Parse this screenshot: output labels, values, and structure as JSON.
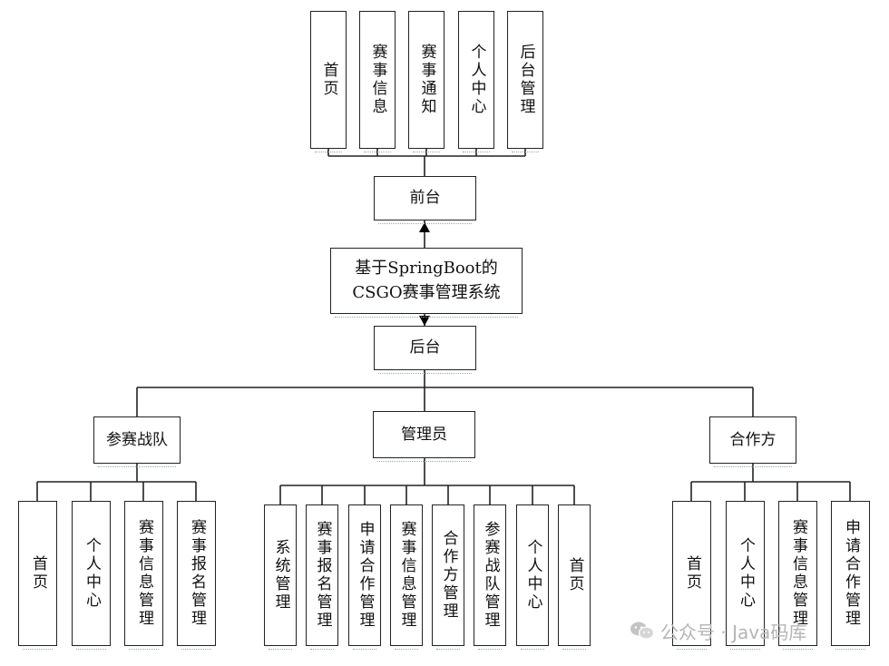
{
  "frontend": {
    "label": "前台",
    "items": [
      "首页",
      "赛事信息",
      "赛事通知",
      "个人中心",
      "后台管理"
    ]
  },
  "system": {
    "line1": "基于SpringBoot的",
    "line2": "CSGO赛事管理系统"
  },
  "backend": {
    "label": "后台"
  },
  "groups": [
    {
      "label": "参赛战队",
      "items": [
        "首页",
        "个人中心",
        "赛事信息管理",
        "赛事报名管理"
      ]
    },
    {
      "label": "管理员",
      "items": [
        "系统管理",
        "赛事报名管理",
        "申请合作管理",
        "赛事信息管理",
        "合作方管理",
        "参赛战队管理",
        "个人中心",
        "首页"
      ]
    },
    {
      "label": "合作方",
      "items": [
        "首页",
        "个人中心",
        "赛事信息管理",
        "申请合作管理"
      ]
    }
  ],
  "watermark": {
    "text": "公众号 · Java码库",
    "icon": "wechat-icon"
  },
  "colors": {
    "line": "#222222",
    "watermark": "#b5b5b5"
  }
}
